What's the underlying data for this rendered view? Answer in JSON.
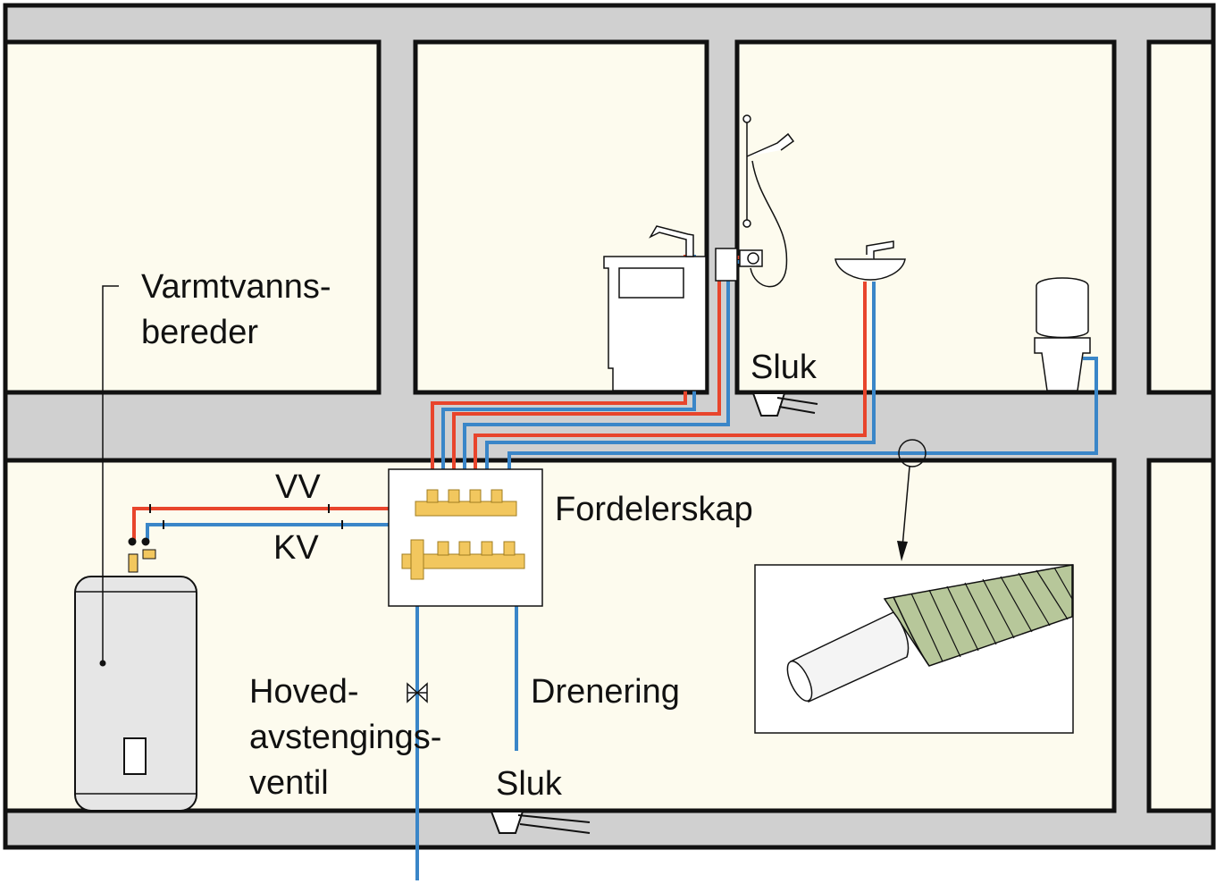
{
  "labels": {
    "water_heater_line1": "Varmtvanns-",
    "water_heater_line2": "bereder",
    "hot_water": "VV",
    "cold_water": "KV",
    "manifold_cabinet": "Fordelerskap",
    "main_valve_line1": "Hoved-",
    "main_valve_line2": "avstengings-",
    "main_valve_line3": "ventil",
    "drainage": "Drenering",
    "floor_drain_upper": "Sluk",
    "floor_drain_lower": "Sluk"
  },
  "colors": {
    "hot_pipe": "#e8452c",
    "cold_pipe": "#3a86c8",
    "structure": "#d0d0d0",
    "room_fill": "#fdfbee",
    "manifold": "#f2c75e",
    "insulation": "#b7c79a"
  }
}
